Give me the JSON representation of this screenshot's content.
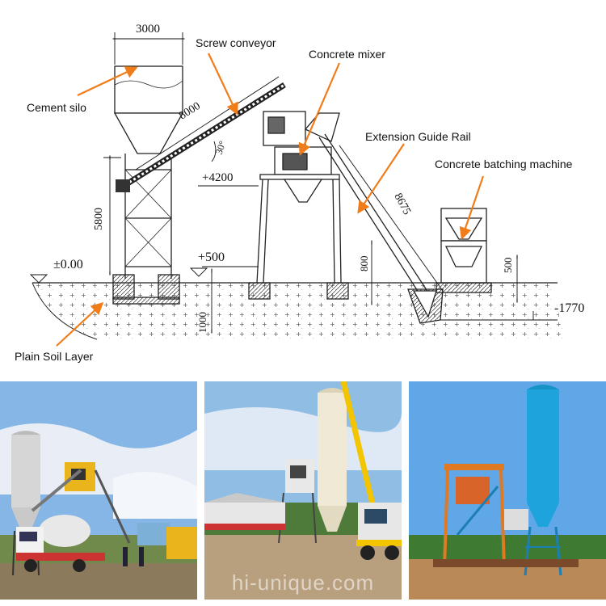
{
  "labels": {
    "cement_silo": "Cement silo",
    "screw_conveyor": "Screw conveyor",
    "concrete_mixer": "Concrete mixer",
    "extension_guide_rail": "Extension Guide Rail",
    "concrete_batching_machine": "Concrete batching machine",
    "plain_soil_layer": "Plain Soil Layer"
  },
  "dimensions": {
    "silo_width": "3000",
    "conveyor_length": "8000",
    "conveyor_angle": "30°",
    "mixer_height": "+4200",
    "silo_leg_height": "5800",
    "ground_level": "±0.00",
    "foundation_top": "+500",
    "foundation_depth": "1000",
    "rail_length": "8675",
    "mixer_foundation": "800",
    "batcher_foundation": "500",
    "pit_depth": "-1770"
  },
  "watermark": "hi-unique.com",
  "colors": {
    "arrow": "#f07d1a",
    "line": "#222222",
    "silo_blue": "#1fa3dd",
    "crane_yellow": "#f2c500",
    "frame_orange": "#e07a22",
    "mixer_yellow": "#e9b41c",
    "sky": "#86b6e6"
  }
}
